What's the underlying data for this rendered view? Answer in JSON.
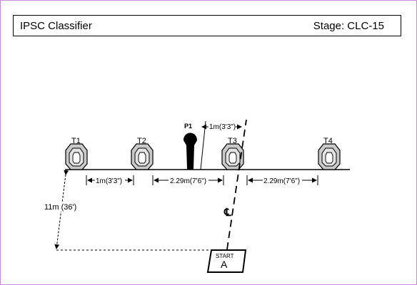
{
  "header": {
    "left_title": "IPSC Classifier",
    "right_title": "Stage: CLC-15"
  },
  "targets": [
    {
      "label": "T1"
    },
    {
      "label": "T2"
    },
    {
      "label": "T3"
    },
    {
      "label": "T4"
    }
  ],
  "popper": {
    "label": "P1"
  },
  "dimensions": {
    "t1_t2_gap": "1m(3'3\")",
    "t2_t3_gap": "2.29m(7'6\")",
    "t3_t4_gap": "2.29m(7'6\")",
    "p1_offset": "1m(3'3\")",
    "distance_to_targets": "11m (36')"
  },
  "start_box": {
    "top_label": "START",
    "letter": "A"
  },
  "centerline_symbol": "℄"
}
